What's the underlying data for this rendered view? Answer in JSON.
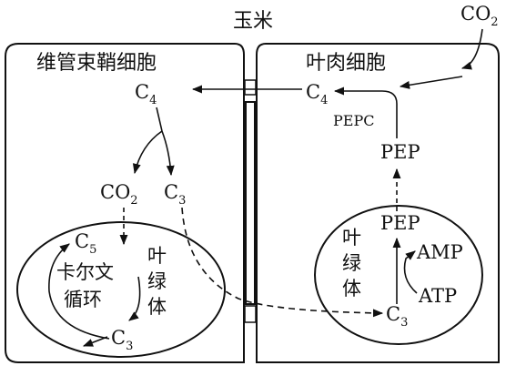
{
  "title": "玉米",
  "left_cell": {
    "label": "维管束鞘细胞",
    "c4": "C",
    "c4_sub": "4",
    "co2": "CO",
    "co2_sub": "2",
    "c3": "C",
    "c3_sub": "3",
    "chloroplast": {
      "label": [
        "叶",
        "绿",
        "体"
      ],
      "c5": "C",
      "c5_sub": "5",
      "cycle_label": [
        "卡尔文",
        "循环"
      ],
      "c3": "C",
      "c3_sub": "3"
    }
  },
  "right_cell": {
    "label": "叶肉细胞",
    "co2_external": "CO",
    "co2_external_sub": "2",
    "c4": "C",
    "c4_sub": "4",
    "enzyme": "PEPC",
    "pep_cytosol": "PEP",
    "chloroplast": {
      "label": [
        "叶",
        "绿",
        "体"
      ],
      "pep": "PEP",
      "amp": "AMP",
      "atp": "ATP",
      "c3": "C",
      "c3_sub": "3"
    }
  }
}
